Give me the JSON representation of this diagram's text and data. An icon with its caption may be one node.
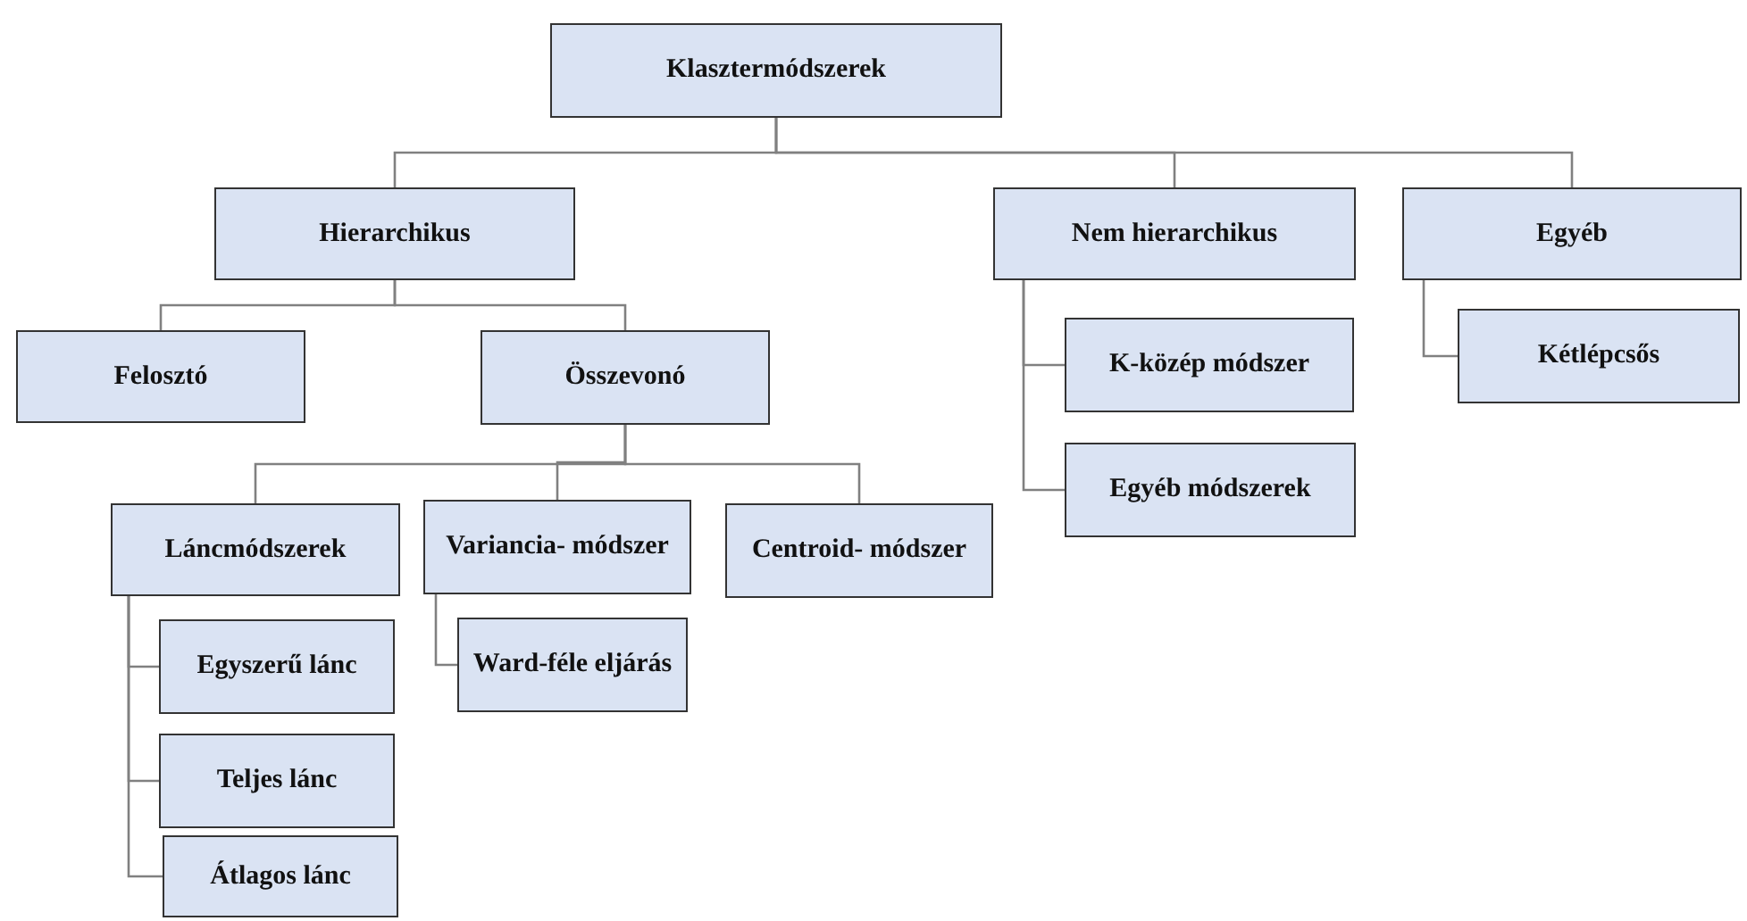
{
  "diagram": {
    "nodes": [
      {
        "text": [
          "Klasztermódszerek"
        ]
      },
      {
        "text": [
          "Hierarchikus"
        ]
      },
      {
        "text": [
          "Nem hierarchikus"
        ]
      },
      {
        "text": [
          "Egyéb"
        ]
      },
      {
        "text": [
          "Felosztó"
        ]
      },
      {
        "text": [
          "Összevonó"
        ]
      },
      {
        "text": [
          "Láncmódszerek"
        ]
      },
      {
        "text": [
          "Variancia- módszer"
        ]
      },
      {
        "text": [
          "Centroid- módszer"
        ]
      },
      {
        "text": [
          "Egyszerű lánc"
        ]
      },
      {
        "text": [
          "Teljes lánc"
        ]
      },
      {
        "text": [
          "Átlagos lánc"
        ]
      },
      {
        "text": [
          "Ward-féle eljárás"
        ]
      },
      {
        "text": [
          "K-közép módszer"
        ]
      },
      {
        "text": [
          "Egyéb módszerek"
        ]
      },
      {
        "text": [
          "Kétlépcsős"
        ]
      }
    ],
    "edges": [
      {
        "from": 0,
        "to": 1,
        "arrow": "none"
      },
      {
        "from": 0,
        "to": 2,
        "arrow": "none"
      },
      {
        "from": 0,
        "to": 3,
        "arrow": "none"
      },
      {
        "from": 1,
        "to": 4,
        "arrow": "none"
      },
      {
        "from": 1,
        "to": 5,
        "arrow": "none"
      },
      {
        "from": 5,
        "to": 6,
        "arrow": "none"
      },
      {
        "from": 5,
        "to": 7,
        "arrow": "none"
      },
      {
        "from": 5,
        "to": 8,
        "arrow": "none"
      },
      {
        "from": 6,
        "to": 9,
        "arrow": "none"
      },
      {
        "from": 6,
        "to": 10,
        "arrow": "none"
      },
      {
        "from": 6,
        "to": 11,
        "arrow": "none"
      },
      {
        "from": 7,
        "to": 12,
        "arrow": "none"
      },
      {
        "from": 2,
        "to": 13,
        "arrow": "none"
      },
      {
        "from": 2,
        "to": 14,
        "arrow": "none"
      },
      {
        "from": 3,
        "to": 15,
        "arrow": "none"
      }
    ]
  }
}
